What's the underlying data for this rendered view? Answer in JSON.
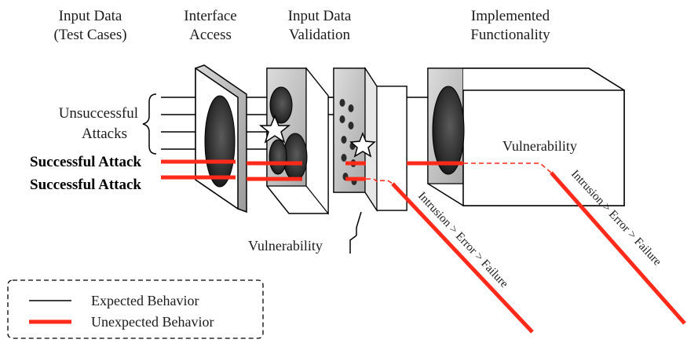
{
  "headers": {
    "input_data": [
      "Input Data",
      "(Test Cases)"
    ],
    "interface_access": [
      "Interface",
      "Access"
    ],
    "input_validation": [
      "Input Data",
      "Validation"
    ],
    "implemented_functionality": [
      "Implemented",
      "Functionality"
    ]
  },
  "left_labels": {
    "unsuccessful": [
      "Unsuccessful",
      "Attacks"
    ],
    "successful_1": "Successful Attack",
    "successful_2": "Successful Attack"
  },
  "vulnerability_labels": {
    "validation": "Vulnerability",
    "functionality": "Vulnerability"
  },
  "failure_chains": {
    "first": "Intrusion > Error > Failure",
    "second": "Intrusion > Error > Failure"
  },
  "legend": {
    "expected": "Expected Behavior",
    "unexpected": "Unexpected Behavior"
  },
  "colors": {
    "attack_line": "#ff2a1a",
    "normal_line": "#000000",
    "box_edge": "#000000",
    "box_fill": "#ffffff",
    "hole": "#3a3a3a"
  }
}
